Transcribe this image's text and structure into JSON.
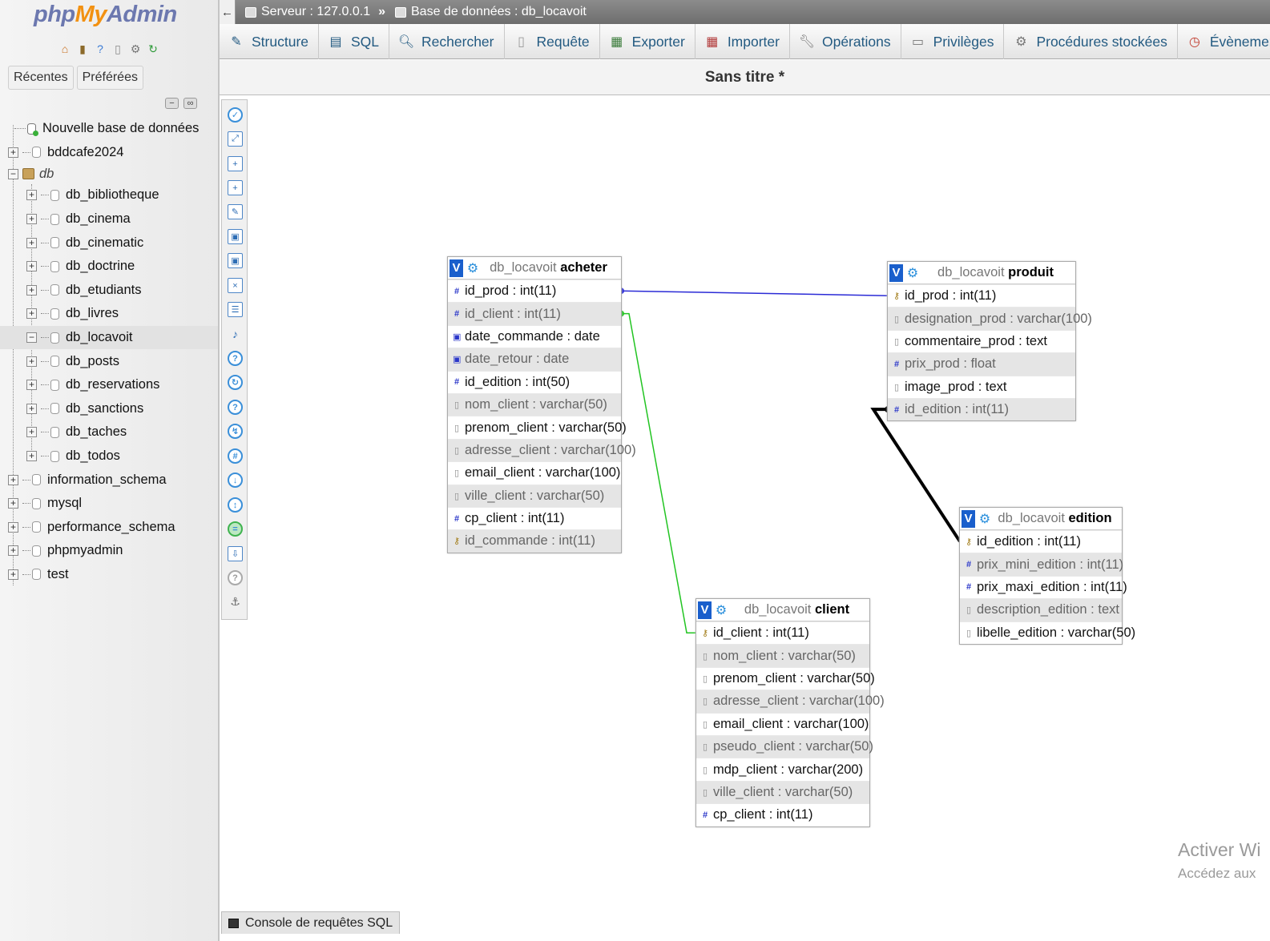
{
  "app": {
    "logo_php": "php",
    "logo_my": "My",
    "logo_admin": "Admin"
  },
  "sidebar": {
    "recent_tab": "Récentes",
    "favorites_tab": "Préférées",
    "new_db": "Nouvelle base de données",
    "items": [
      {
        "label": "bddcafe2024"
      },
      {
        "label": "db"
      }
    ],
    "db_children": [
      {
        "label": "db_bibliotheque"
      },
      {
        "label": "db_cinema"
      },
      {
        "label": "db_cinematic"
      },
      {
        "label": "db_doctrine"
      },
      {
        "label": "db_etudiants"
      },
      {
        "label": "db_livres"
      },
      {
        "label": "db_locavoit",
        "selected": true
      },
      {
        "label": "db_posts"
      },
      {
        "label": "db_reservations"
      },
      {
        "label": "db_sanctions"
      },
      {
        "label": "db_taches"
      },
      {
        "label": "db_todos"
      }
    ],
    "bottom_items": [
      {
        "label": "information_schema"
      },
      {
        "label": "mysql"
      },
      {
        "label": "performance_schema"
      },
      {
        "label": "phpmyadmin"
      },
      {
        "label": "test"
      }
    ]
  },
  "breadcrumb": {
    "server": "Serveur : 127.0.0.1",
    "separator": "»",
    "database": "Base de données : db_locavoit"
  },
  "tabs": [
    {
      "label": "Structure",
      "icon": "structure-icon"
    },
    {
      "label": "SQL",
      "icon": "sql-icon"
    },
    {
      "label": "Rechercher",
      "icon": "search-icon"
    },
    {
      "label": "Requête",
      "icon": "query-icon"
    },
    {
      "label": "Exporter",
      "icon": "export-icon"
    },
    {
      "label": "Importer",
      "icon": "import-icon"
    },
    {
      "label": "Opérations",
      "icon": "wrench-icon"
    },
    {
      "label": "Privilèges",
      "icon": "privileges-icon"
    },
    {
      "label": "Procédures stockées",
      "icon": "routines-icon"
    },
    {
      "label": "Évènements",
      "icon": "clock-icon"
    }
  ],
  "page_title": "Sans titre *",
  "designer": {
    "tables": [
      {
        "id": "acheter",
        "db": "db_locavoit",
        "name": "acheter",
        "columns": [
          {
            "name": "id_prod",
            "type": "int(11)",
            "icon": "num"
          },
          {
            "name": "id_client",
            "type": "int(11)",
            "icon": "num"
          },
          {
            "name": "date_commande",
            "type": "date",
            "icon": "date"
          },
          {
            "name": "date_retour",
            "type": "date",
            "icon": "date"
          },
          {
            "name": "id_edition",
            "type": "int(50)",
            "icon": "num"
          },
          {
            "name": "nom_client",
            "type": "varchar(50)",
            "icon": "txt"
          },
          {
            "name": "prenom_client",
            "type": "varchar(50)",
            "icon": "txt"
          },
          {
            "name": "adresse_client",
            "type": "varchar(100)",
            "icon": "txt"
          },
          {
            "name": "email_client",
            "type": "varchar(100)",
            "icon": "txt"
          },
          {
            "name": "ville_client",
            "type": "varchar(50)",
            "icon": "txt"
          },
          {
            "name": "cp_client",
            "type": "int(11)",
            "icon": "num"
          },
          {
            "name": "id_commande",
            "type": "int(11)",
            "icon": "key"
          }
        ]
      },
      {
        "id": "produit",
        "db": "db_locavoit",
        "name": "produit",
        "columns": [
          {
            "name": "id_prod",
            "type": "int(11)",
            "icon": "key"
          },
          {
            "name": "designation_prod",
            "type": "varchar(100)",
            "icon": "txt"
          },
          {
            "name": "commentaire_prod",
            "type": "text",
            "icon": "txt"
          },
          {
            "name": "prix_prod",
            "type": "float",
            "icon": "num"
          },
          {
            "name": "image_prod",
            "type": "text",
            "icon": "txt"
          },
          {
            "name": "id_edition",
            "type": "int(11)",
            "icon": "num"
          }
        ]
      },
      {
        "id": "edition",
        "db": "db_locavoit",
        "name": "edition",
        "columns": [
          {
            "name": "id_edition",
            "type": "int(11)",
            "icon": "key"
          },
          {
            "name": "prix_mini_edition",
            "type": "int(11)",
            "icon": "num"
          },
          {
            "name": "prix_maxi_edition",
            "type": "int(11)",
            "icon": "num"
          },
          {
            "name": "description_edition",
            "type": "text",
            "icon": "txt"
          },
          {
            "name": "libelle_edition",
            "type": "varchar(50)",
            "icon": "txt"
          }
        ]
      },
      {
        "id": "client",
        "db": "db_locavoit",
        "name": "client",
        "columns": [
          {
            "name": "id_client",
            "type": "int(11)",
            "icon": "key"
          },
          {
            "name": "nom_client",
            "type": "varchar(50)",
            "icon": "txt"
          },
          {
            "name": "prenom_client",
            "type": "varchar(50)",
            "icon": "txt"
          },
          {
            "name": "adresse_client",
            "type": "varchar(100)",
            "icon": "txt"
          },
          {
            "name": "email_client",
            "type": "varchar(100)",
            "icon": "txt"
          },
          {
            "name": "pseudo_client",
            "type": "varchar(50)",
            "icon": "txt"
          },
          {
            "name": "mdp_client",
            "type": "varchar(200)",
            "icon": "txt"
          },
          {
            "name": "ville_client",
            "type": "varchar(50)",
            "icon": "txt"
          },
          {
            "name": "cp_client",
            "type": "int(11)",
            "icon": "num"
          }
        ]
      }
    ],
    "relations": [
      {
        "from": "acheter.id_prod",
        "to": "produit.id_prod",
        "color": "#2b2bd6"
      },
      {
        "from": "acheter.id_client",
        "to": "client.id_client",
        "color": "#22c422"
      },
      {
        "from": "produit.id_edition",
        "to": "edition.id_edition",
        "color": "#000000"
      }
    ]
  },
  "console_label": "Console de requêtes SQL",
  "watermark": {
    "line1": "Activer Wi",
    "line2": "Accédez aux"
  }
}
